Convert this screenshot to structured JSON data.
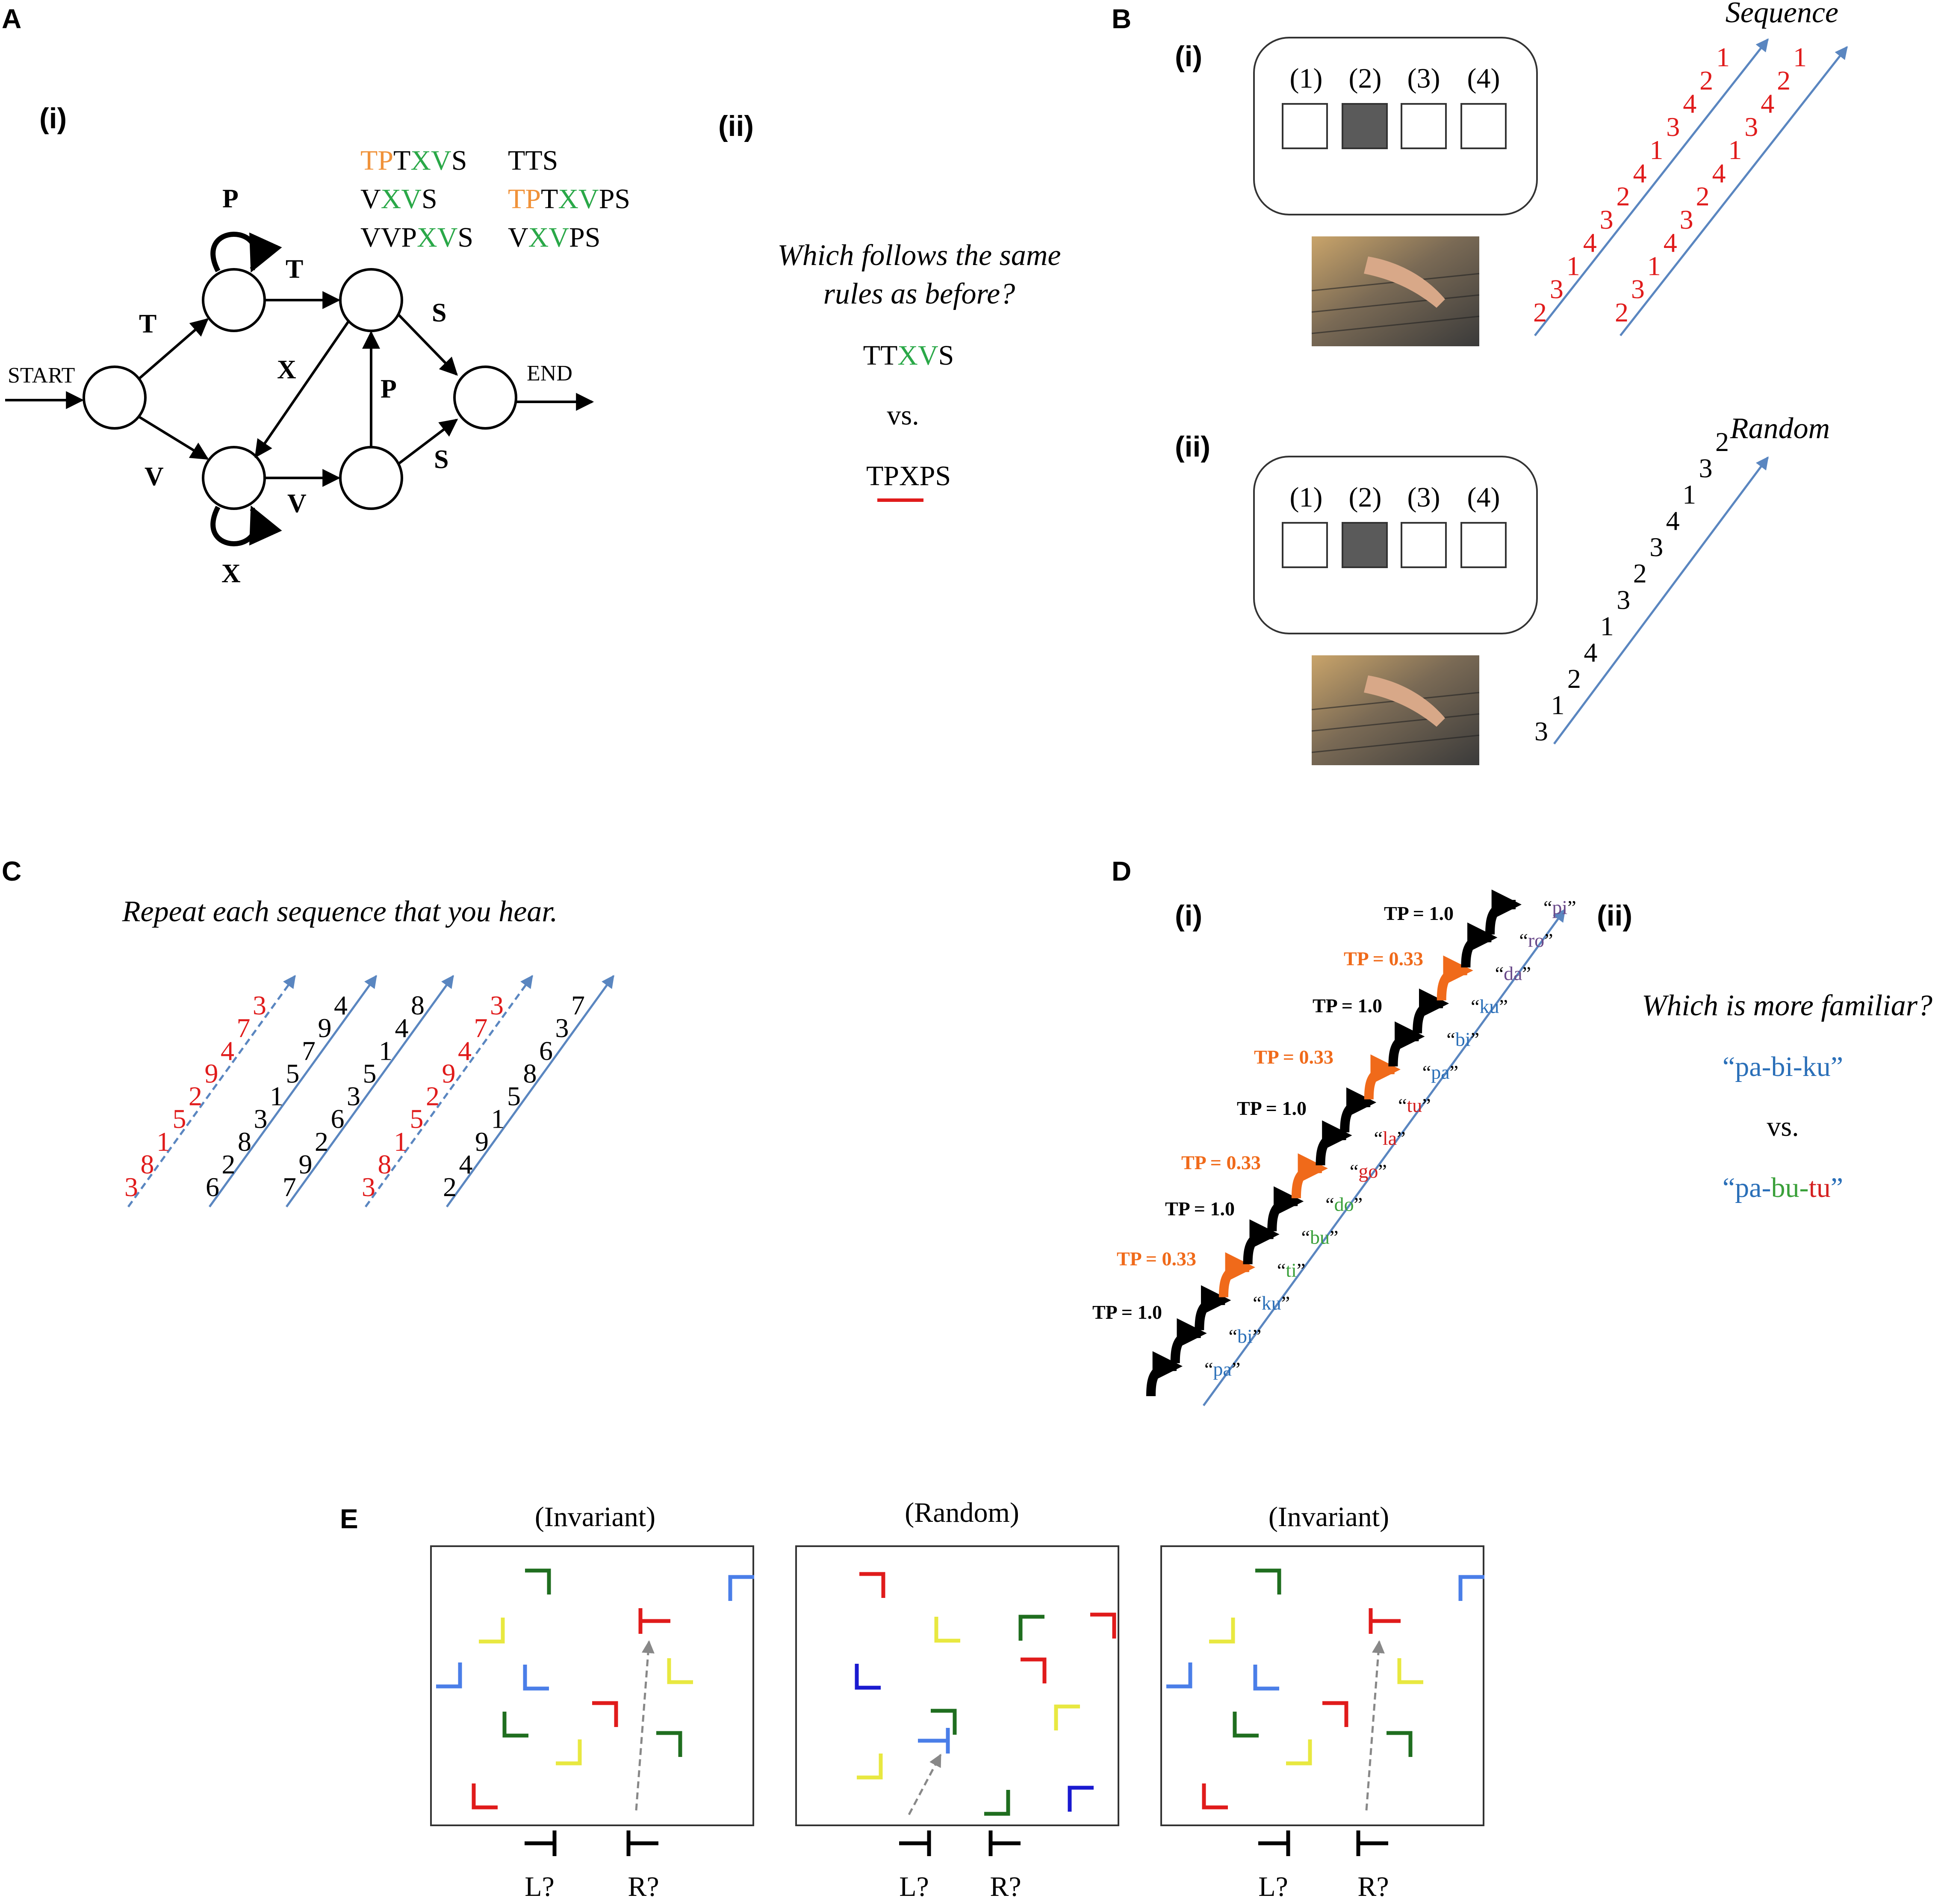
{
  "colors": {
    "red": "#e01b1b",
    "green": "#2aa848",
    "orange": "#f0923a",
    "tp_orange": "#f06a1a",
    "blue_arrow": "#5a86c0",
    "syl_blue": "#2a6fb8",
    "syl_green": "#3aa03a",
    "syl_red": "#d42020",
    "syl_purple": "#6a4a8a",
    "key_dark": "#5a5a5a",
    "L_blue": "#4a7ee8",
    "L_green": "#1f6e1f",
    "L_yellow": "#e8e840",
    "L_red": "#e01b1b",
    "L_darkblue": "#1a1ad0"
  },
  "panels": {
    "A": {
      "letter": "A",
      "i_label": "(i)",
      "ii_label": "(ii)",
      "graph": {
        "start": "START",
        "end": "END",
        "edges": [
          "T",
          "V",
          "P",
          "T",
          "X",
          "S",
          "P",
          "S",
          "V",
          "X"
        ]
      },
      "strings": [
        [
          {
            "t": "TP",
            "c": "orange"
          },
          {
            "t": "T",
            "c": "black"
          },
          {
            "t": "XV",
            "c": "green"
          },
          {
            "t": "S",
            "c": "black"
          }
        ],
        [
          {
            "t": "TTS",
            "c": "black"
          }
        ],
        [
          {
            "t": "V",
            "c": "black"
          },
          {
            "t": "XV",
            "c": "green"
          },
          {
            "t": "S",
            "c": "black"
          }
        ],
        [
          {
            "t": "TP",
            "c": "orange"
          },
          {
            "t": "T",
            "c": "black"
          },
          {
            "t": "XV",
            "c": "green"
          },
          {
            "t": "PS",
            "c": "black"
          }
        ],
        [
          {
            "t": "VVP",
            "c": "black"
          },
          {
            "t": "XV",
            "c": "green"
          },
          {
            "t": "S",
            "c": "black"
          }
        ],
        [
          {
            "t": "V",
            "c": "black"
          },
          {
            "t": "XV",
            "c": "green"
          },
          {
            "t": "PS",
            "c": "black"
          }
        ]
      ],
      "question": [
        "Which follows the same",
        "rules as before?"
      ],
      "option1": [
        {
          "t": "TT",
          "c": "black"
        },
        {
          "t": "XV",
          "c": "green"
        },
        {
          "t": "S",
          "c": "black"
        }
      ],
      "vs": "vs.",
      "option2": "TPXPS"
    },
    "B": {
      "letter": "B",
      "i_label": "(i)",
      "ii_label": "(ii)",
      "keys": [
        "(1)",
        "(2)",
        "(3)",
        "(4)"
      ],
      "sequence_title": "Sequence",
      "random_title": "Random",
      "sequence_digits": [
        "2",
        "3",
        "1",
        "4",
        "3",
        "2",
        "4",
        "1",
        "3",
        "4",
        "2",
        "1"
      ],
      "random_digits": [
        "3",
        "1",
        "2",
        "4",
        "1",
        "3",
        "2",
        "3",
        "4",
        "1",
        "3",
        "2"
      ]
    },
    "C": {
      "letter": "C",
      "instruction": "Repeat each sequence that you hear.",
      "sequences": [
        {
          "digits": [
            "3",
            "8",
            "1",
            "5",
            "2",
            "9",
            "4",
            "7",
            "3"
          ],
          "color": "red",
          "dashed": true
        },
        {
          "digits": [
            "6",
            "2",
            "8",
            "3",
            "1",
            "5",
            "7",
            "9",
            "4"
          ],
          "color": "black",
          "dashed": false
        },
        {
          "digits": [
            "7",
            "9",
            "2",
            "6",
            "3",
            "5",
            "1",
            "4",
            "8"
          ],
          "color": "black",
          "dashed": false
        },
        {
          "digits": [
            "3",
            "8",
            "1",
            "5",
            "2",
            "9",
            "4",
            "7",
            "3"
          ],
          "color": "red",
          "dashed": true
        },
        {
          "digits": [
            "2",
            "4",
            "9",
            "1",
            "5",
            "8",
            "6",
            "3",
            "7"
          ],
          "color": "black",
          "dashed": false
        }
      ]
    },
    "D": {
      "letter": "D",
      "i_label": "(i)",
      "ii_label": "(ii)",
      "syllables": [
        {
          "s": "pa",
          "c": "syl_blue"
        },
        {
          "s": "bi",
          "c": "syl_blue"
        },
        {
          "s": "ku",
          "c": "syl_blue"
        },
        {
          "s": "ti",
          "c": "syl_green"
        },
        {
          "s": "bu",
          "c": "syl_green"
        },
        {
          "s": "do",
          "c": "syl_green"
        },
        {
          "s": "go",
          "c": "syl_red"
        },
        {
          "s": "la",
          "c": "syl_red"
        },
        {
          "s": "tu",
          "c": "syl_red"
        },
        {
          "s": "pa",
          "c": "syl_blue"
        },
        {
          "s": "bi",
          "c": "syl_blue"
        },
        {
          "s": "ku",
          "c": "syl_blue"
        },
        {
          "s": "da",
          "c": "syl_purple"
        },
        {
          "s": "ro",
          "c": "syl_purple"
        },
        {
          "s": "pi",
          "c": "syl_purple"
        }
      ],
      "tp_labels": [
        {
          "t": "TP = 1.0",
          "c": "black"
        },
        {
          "t": "TP = 0.33",
          "c": "tp_orange"
        },
        {
          "t": "TP = 1.0",
          "c": "black"
        },
        {
          "t": "TP = 0.33",
          "c": "tp_orange"
        },
        {
          "t": "TP = 1.0",
          "c": "black"
        },
        {
          "t": "TP = 0.33",
          "c": "tp_orange"
        },
        {
          "t": "TP = 1.0",
          "c": "black"
        },
        {
          "t": "TP = 0.33",
          "c": "tp_orange"
        },
        {
          "t": "TP = 1.0",
          "c": "black"
        }
      ],
      "question": "Which is more familiar?",
      "option1": [
        {
          "t": "“pa-bi-ku”",
          "c": "syl_blue"
        }
      ],
      "vs": "vs.",
      "option2": [
        {
          "t": "“pa-",
          "c": "syl_blue"
        },
        {
          "t": "bu-",
          "c": "syl_green"
        },
        {
          "t": "tu",
          "c": "syl_red"
        },
        {
          "t": "”",
          "c": "syl_blue"
        }
      ]
    },
    "E": {
      "letter": "E",
      "boxes": [
        {
          "title": "(Invariant)",
          "left_label": "L?",
          "right_label": "R?"
        },
        {
          "title": "(Random)",
          "left_label": "L?",
          "right_label": "R?"
        },
        {
          "title": "(Invariant)",
          "left_label": "L?",
          "right_label": "R?"
        }
      ]
    }
  }
}
